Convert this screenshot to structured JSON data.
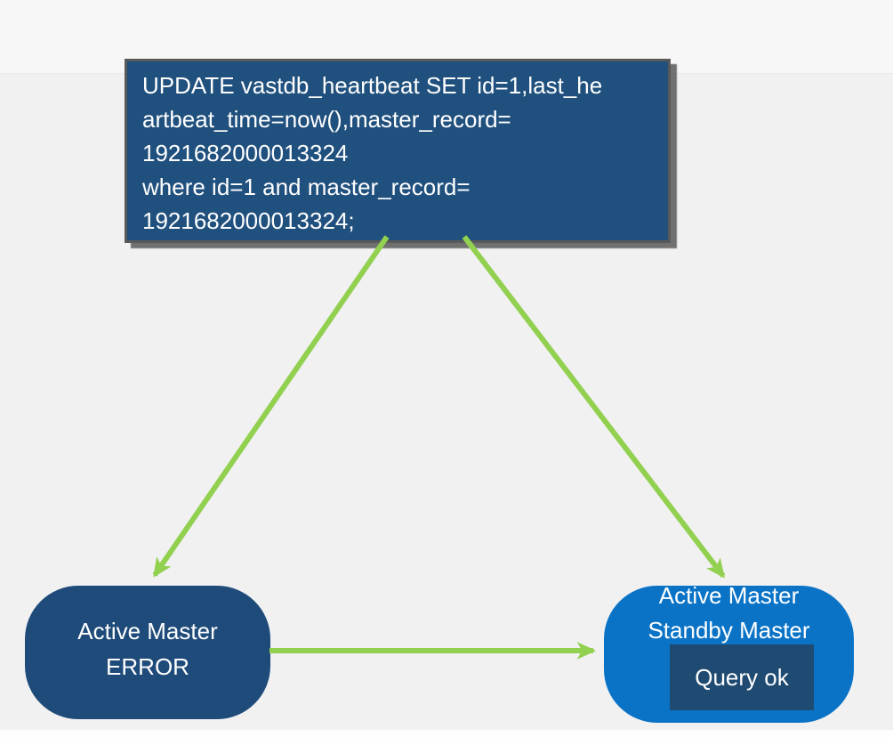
{
  "diagram": {
    "sql_box": {
      "lines": [
        "UPDATE vastdb_heartbeat SET id=1,last_he",
        "artbeat_time=now(),master_record=",
        "1921682000013324",
        "where id=1 and master_record=",
        "1921682000013324;"
      ],
      "fill": "#20507e",
      "border_color": "#595959",
      "text_color": "#ffffff"
    },
    "nodes": {
      "error_node": {
        "line1": "Active Master",
        "line2": "ERROR",
        "fill": "#1f4b7a",
        "text_color": "#ffffff"
      },
      "standby_node": {
        "line1": "Active Master",
        "line2": "Standby Master",
        "fill": "#0a73c6",
        "text_color": "#ffffff",
        "status_box": {
          "label": "Query ok",
          "fill": "#1f4a72"
        }
      }
    },
    "arrows": {
      "color": "#92d050",
      "items": [
        {
          "name": "sql-to-error-node",
          "from": "sql-box-bottom",
          "to": "error-node-top"
        },
        {
          "name": "sql-to-standby-node",
          "from": "sql-box-bottom",
          "to": "standby-node-top"
        },
        {
          "name": "error-to-standby",
          "from": "error-node-right",
          "to": "standby-node-left"
        }
      ]
    }
  }
}
